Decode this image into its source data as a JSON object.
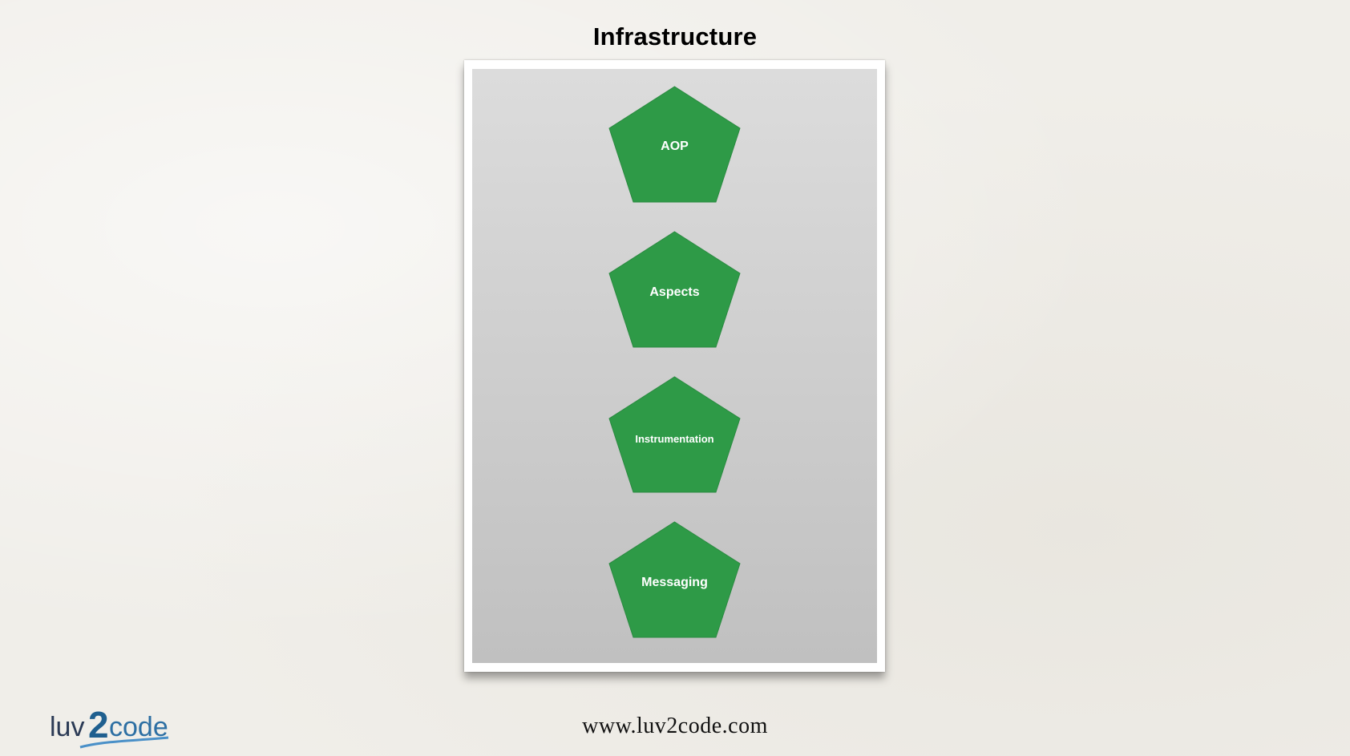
{
  "title": "Infrastructure",
  "diagram": {
    "items": [
      {
        "label": "AOP"
      },
      {
        "label": "Aspects"
      },
      {
        "label": "Instrumentation"
      },
      {
        "label": "Messaging"
      }
    ],
    "colors": {
      "pentagon": "#2e9a47",
      "panel_top": "#dcdcdc",
      "panel_bottom": "#c0c0c0"
    }
  },
  "footer": {
    "url": "www.luv2code.com",
    "logo": {
      "left": "luv",
      "mid": "2",
      "right": "code"
    }
  }
}
